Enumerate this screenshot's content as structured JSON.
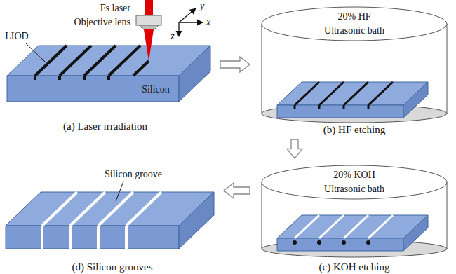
{
  "diagram": {
    "nodes": [
      {
        "text": [
          "Fs laser",
          "Objective lens",
          "LIOD",
          "Silicon",
          "(a) Laser irradiation"
        ]
      },
      {
        "text": [
          "20% HF",
          "Ultrasonic bath",
          "(b) HF etching"
        ]
      },
      {
        "text": [
          "20% KOH",
          "Ultrasonic bath",
          "(c) KOH etching"
        ]
      },
      {
        "text": [
          "Silicon groove",
          "(d) Silicon grooves"
        ]
      }
    ],
    "edges": [
      {
        "from": 0,
        "to": 1,
        "arrow": "to"
      },
      {
        "from": 1,
        "to": 2,
        "arrow": "to"
      },
      {
        "from": 2,
        "to": 3,
        "arrow": "to"
      }
    ],
    "labels": [
      "y",
      "x",
      "z"
    ]
  }
}
